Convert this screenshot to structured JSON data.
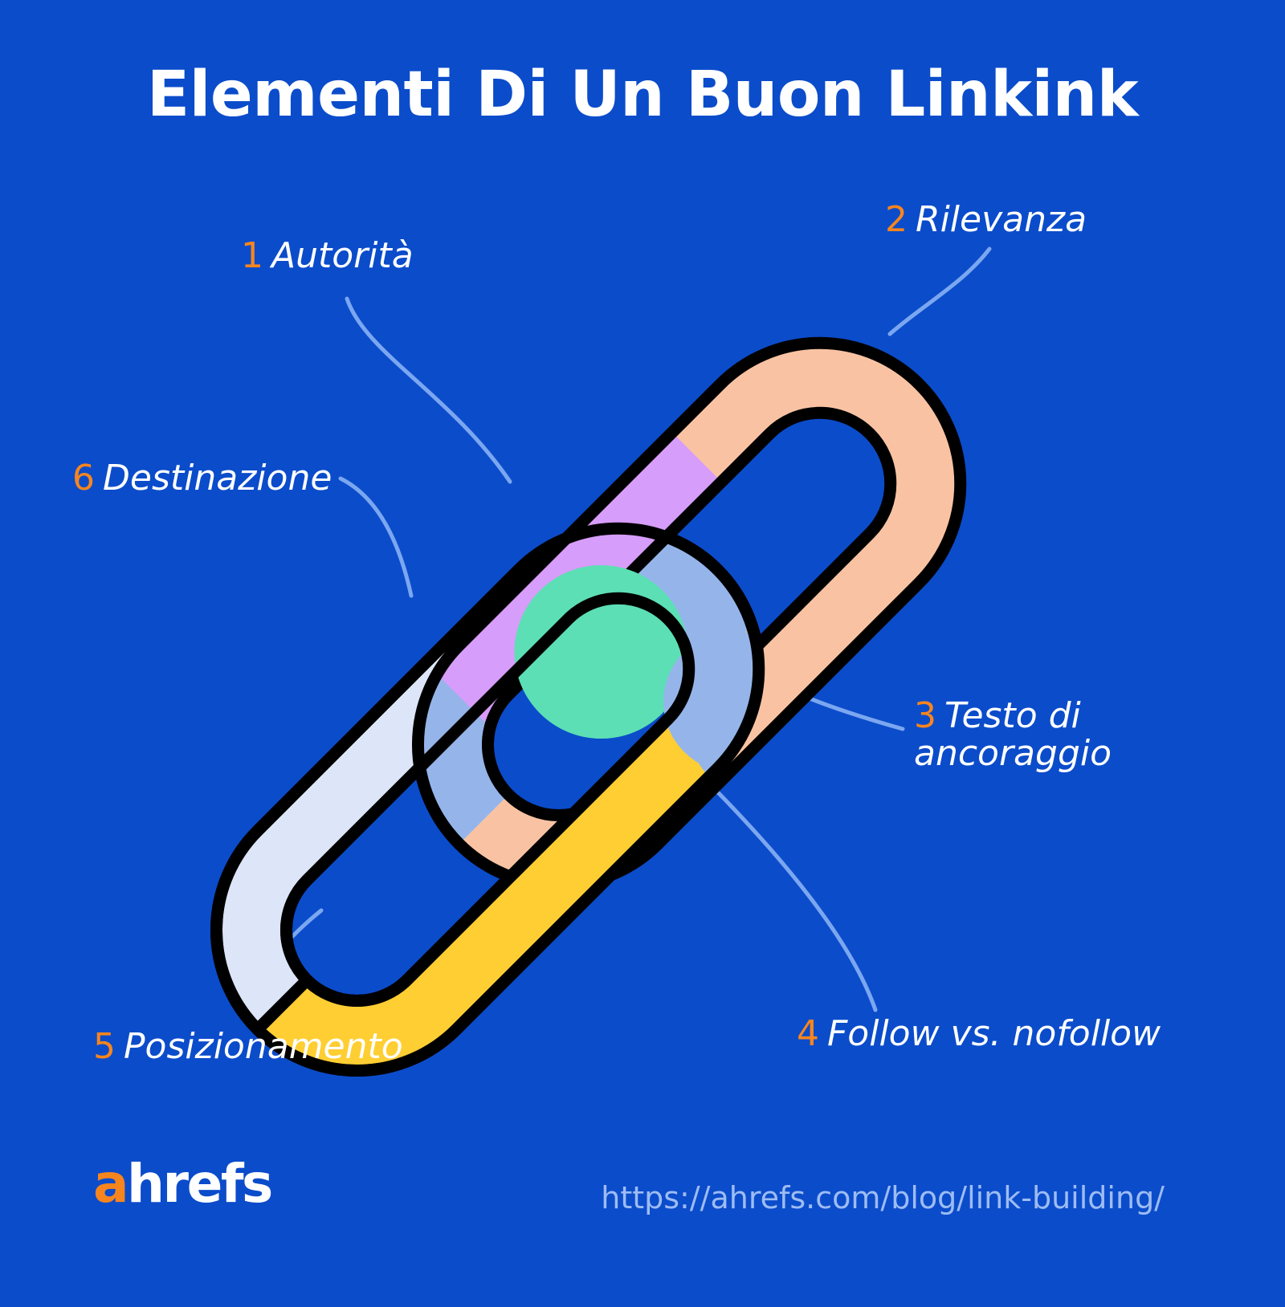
{
  "page": {
    "title": "Elementi Di Un Buon Linkink",
    "background_color": "#0b4ccb"
  },
  "brand": {
    "logo_accent": "a",
    "logo_rest": "hrefs",
    "accent_color": "#f7851e",
    "url": "https://ahrefs.com/blog/link-building/"
  },
  "labels": [
    {
      "number": "1",
      "text": "Autorità"
    },
    {
      "number": "2",
      "text": "Rilevanza"
    },
    {
      "number": "3",
      "text": "Testo di\nancoraggio"
    },
    {
      "number": "4",
      "text": "Follow vs. nofollow"
    },
    {
      "number": "5",
      "text": "Posizionamento"
    },
    {
      "number": "6",
      "text": "Destinazione"
    }
  ],
  "colors": {
    "background": "#0b4ccb",
    "outline": "#000000",
    "leader_line": "#7ba7f0",
    "text": "#ffffff",
    "number": "#f7851e",
    "url": "#9dbcf2",
    "link_upper_body": "#f9c3a3",
    "link_lower_body": "#dde5f8",
    "segment_purple": "#d79dfa",
    "segment_yellow": "#ffce32",
    "segment_green": "#5cdfb4",
    "segment_steel_blue": "#95b5ea"
  },
  "diagram": {
    "type": "chain-link-illustration",
    "description": "Two interlocking chain links drawn on a diagonal, each divided into colored segments, with six numbered leader-line callouts."
  }
}
